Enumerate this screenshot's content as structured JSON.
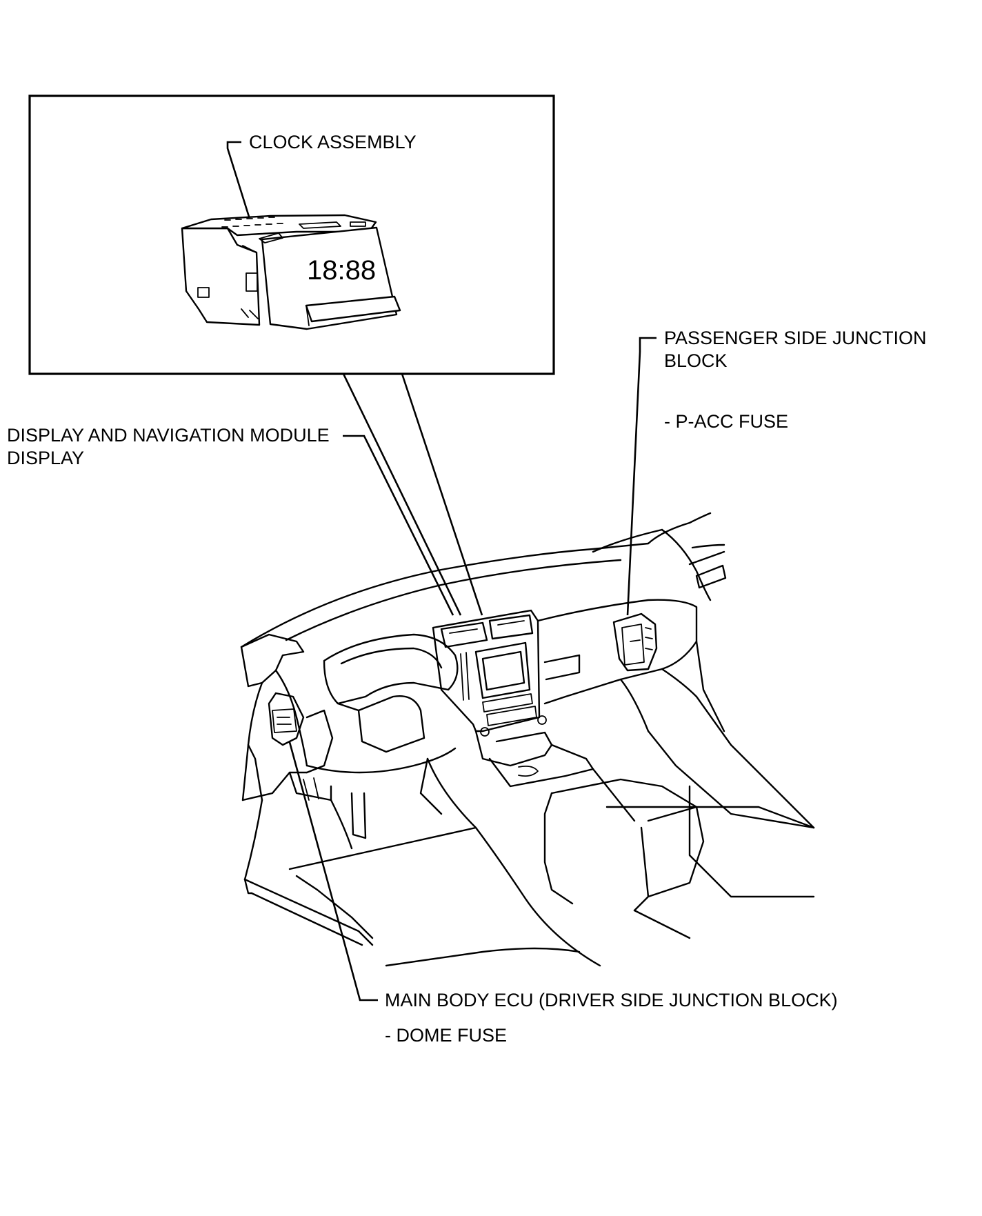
{
  "labels": {
    "clock_assembly": "CLOCK ASSEMBLY",
    "clock_display": "18:88",
    "passenger_junction_line1": "PASSENGER SIDE JUNCTION",
    "passenger_junction_line2": "BLOCK",
    "p_acc_fuse": "- P-ACC FUSE",
    "display_nav_line1": "DISPLAY AND NAVIGATION MODULE",
    "display_nav_line2": "DISPLAY",
    "main_body_ecu": "MAIN BODY ECU (DRIVER SIDE JUNCTION BLOCK)",
    "dome_fuse": "- DOME FUSE"
  }
}
